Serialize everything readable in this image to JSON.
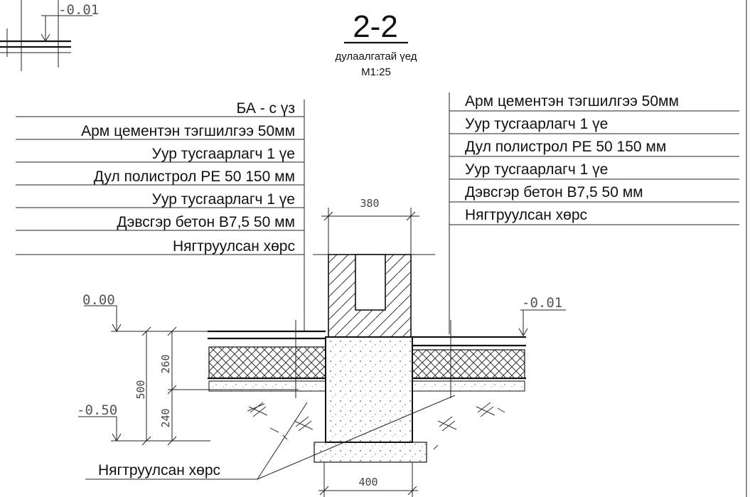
{
  "title": "2-2",
  "subtitle": "дулаалгатай үед",
  "scale": "M1:25",
  "levels": {
    "top_left": "-0.01",
    "left_zero": "0.00",
    "left_low": "-0.50",
    "right": "-0.01"
  },
  "dimensions": {
    "wall_width": "380",
    "footing_width": "400",
    "total_height": "500",
    "upper_height": "260",
    "lower_height": "240"
  },
  "left_layers": [
    "БА - с үз",
    "Арм цементэн  тэгшилгээ 50мм",
    "Уур тусгаарлагч 1 үе",
    "Дул полистрол PE 50  150 мм",
    "Уур тусгаарлагч 1 үе",
    "Дэвсгэр бетон  B7,5 50 мм",
    "Нягтруулсан хөрс"
  ],
  "right_layers": [
    "Арм цементэн  тэгшилгээ 50мм",
    "Уур тусгаарлагч 1 үе",
    "Дул полистрол PE 50  150 мм",
    "Уур тусгаарлагч 1 үе",
    "Дэвсгэр бетон  B7,5 50 мм",
    "Нягтруулсан хөрс"
  ],
  "bottom_label": "Нягтруулсан хөрс"
}
